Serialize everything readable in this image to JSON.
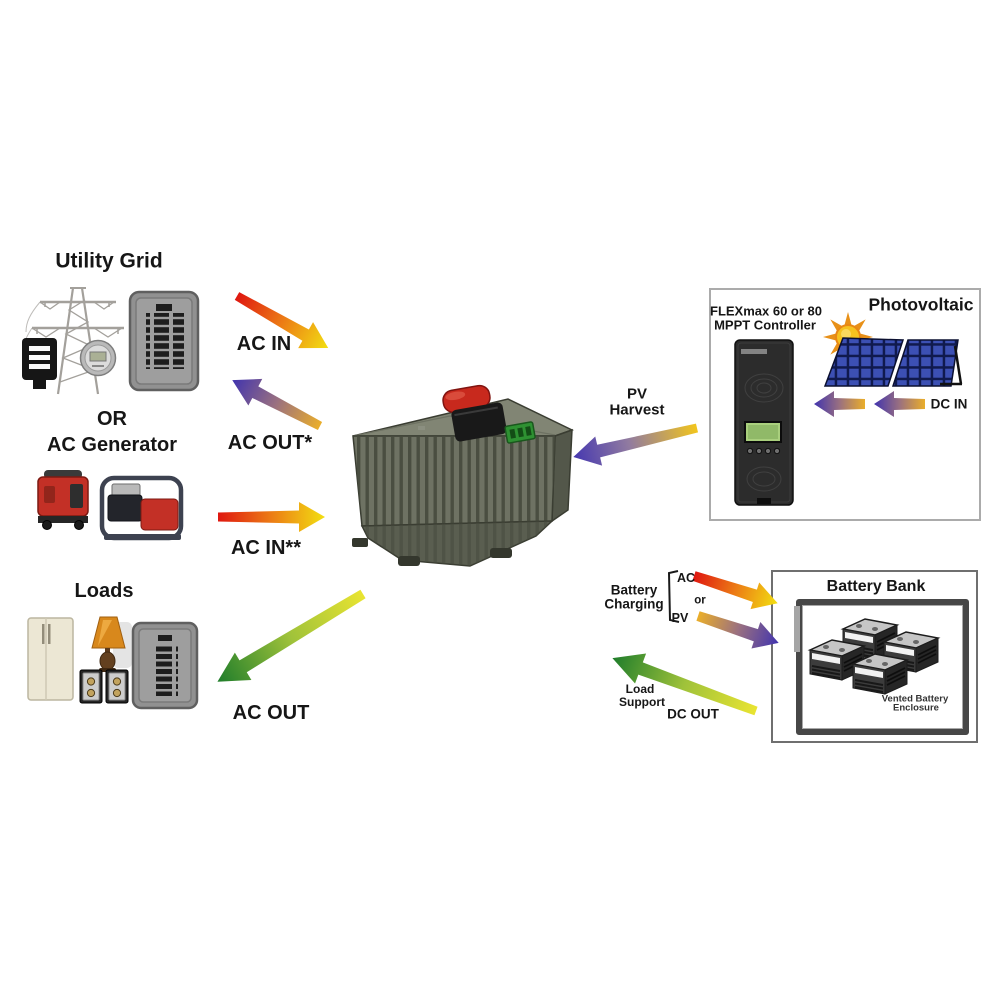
{
  "sections": {
    "utility_grid": {
      "title": "Utility Grid"
    },
    "generator": {
      "or_label": "OR",
      "title": "AC Generator"
    },
    "loads": {
      "title": "Loads"
    },
    "pv": {
      "controller_line1": "FLEXmax 60 or 80",
      "controller_line2": "MPPT Controller",
      "title": "Photovoltaic",
      "dc_in": "DC IN"
    },
    "battery": {
      "title": "Battery Bank",
      "enclosure_line1": "Vented Battery",
      "enclosure_line2": "Enclosure"
    }
  },
  "flows": {
    "ac_in": {
      "label": "AC IN"
    },
    "ac_out_grid": {
      "label": "AC OUT*"
    },
    "ac_in_gen": {
      "label": "AC IN**"
    },
    "ac_out_loads": {
      "label": "AC OUT"
    },
    "pv_harvest": {
      "line1": "PV",
      "line2": "Harvest"
    },
    "battery_charging": {
      "line1": "Battery",
      "line2": "Charging",
      "ac": "AC",
      "or": "or",
      "pv": "PV"
    },
    "load_support": {
      "line1": "Load",
      "line2": "Support",
      "dc_out": "DC OUT"
    }
  },
  "icons": [
    "transmission-tower-icon",
    "electric-meter-icon",
    "round-meter-icon",
    "breaker-panel-icon",
    "portable-generator-icon",
    "frame-generator-icon",
    "refrigerator-icon",
    "lamp-icon",
    "outlet-icon",
    "inverter-icon",
    "charge-controller-icon",
    "sun-icon",
    "solar-panel-icon",
    "battery-icon"
  ],
  "colors": {
    "background": "#ffffff",
    "text": "#161616",
    "arrow_red_yellow": [
      "#df1710",
      "#ec7c15",
      "#f2df12"
    ],
    "arrow_orange_purple": [
      "#eaae2a",
      "#4134ae"
    ],
    "arrow_yellow_purple": [
      "#f2c51d",
      "#4638b0"
    ],
    "arrow_yellow_green": [
      "#e9e431",
      "#1f7d2b"
    ],
    "inverter_body": "#6e7263",
    "box_border": "#ababab"
  }
}
